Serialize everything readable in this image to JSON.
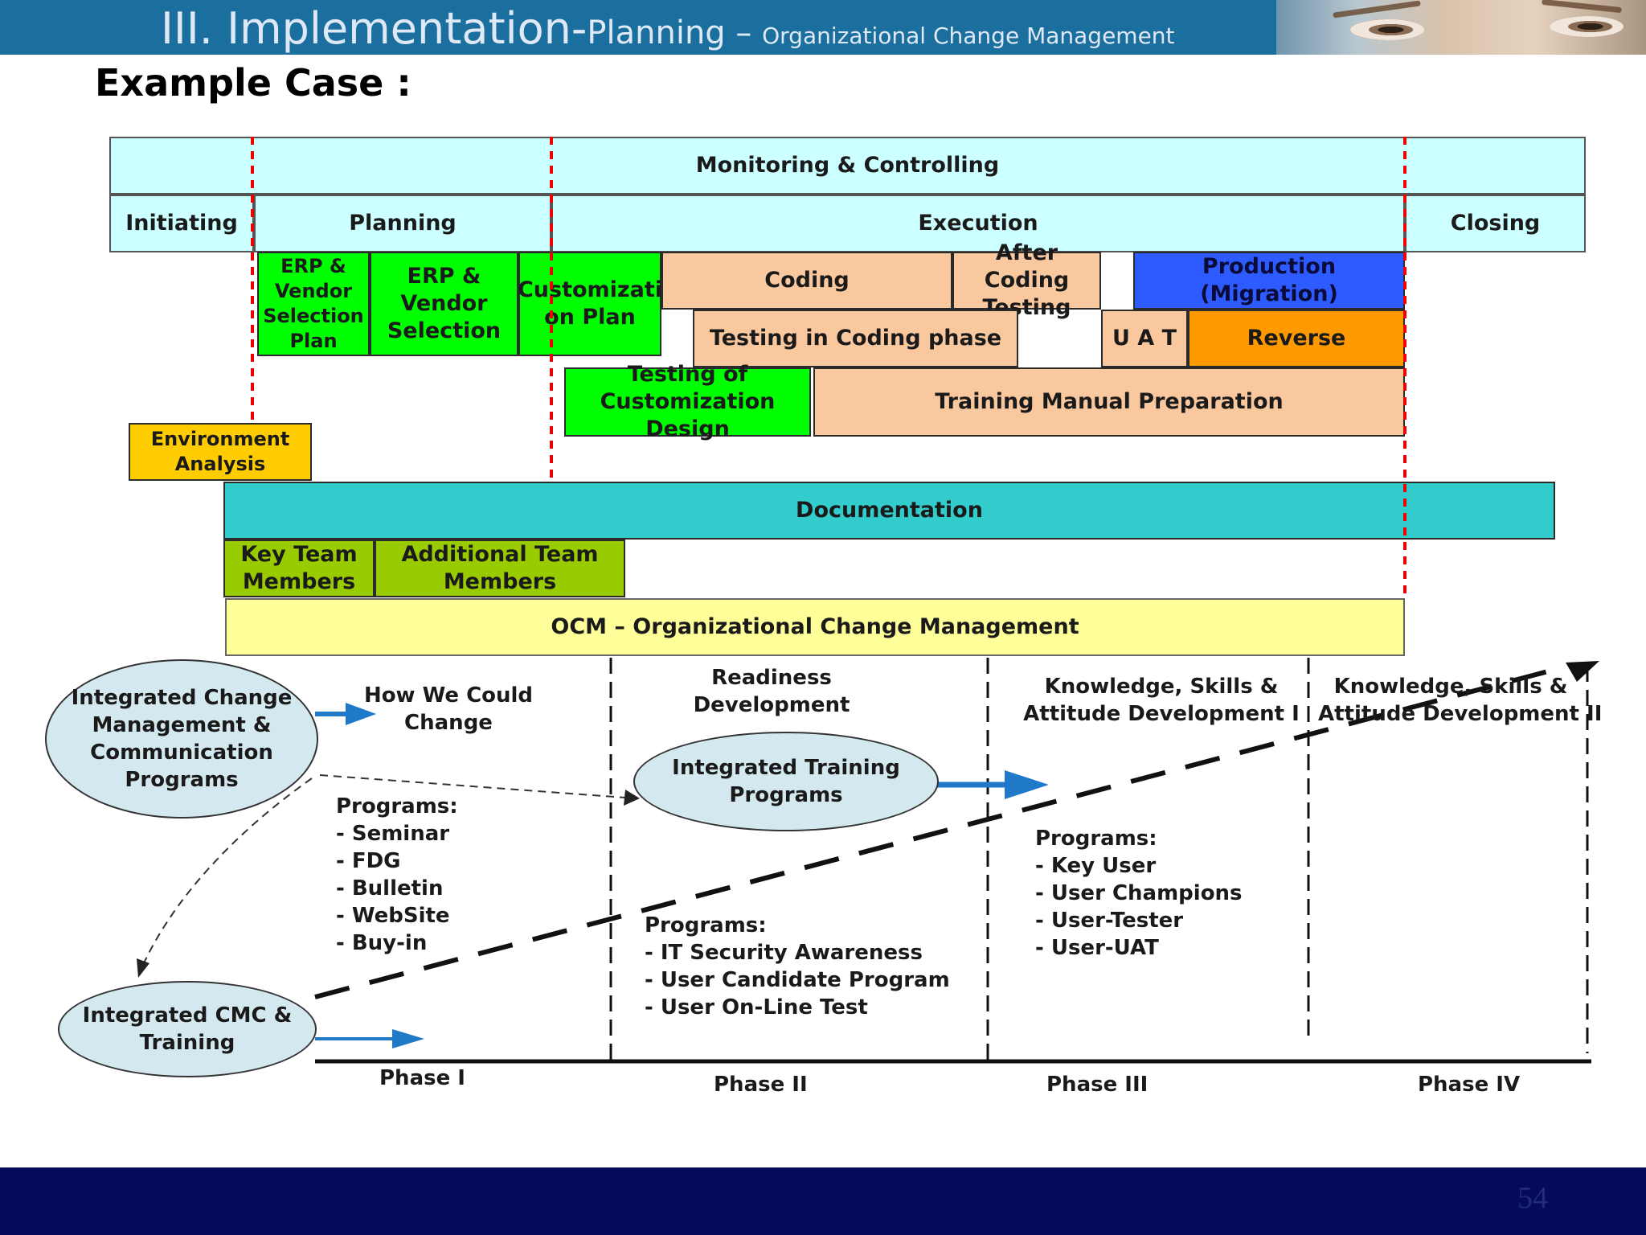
{
  "header": {
    "title_main": "III. Implementation-",
    "title_mid": "Planning – ",
    "title_sub": "Organizational Change Management",
    "photo": "woman-face-photo"
  },
  "subtitle": "Example Case :",
  "page_number": "54",
  "colors": {
    "header": "#1b6f9f",
    "footer": "#050a5a",
    "cyan_light": "#ccffff",
    "green": "#00ff00",
    "peach": "#fac89e",
    "blue": "#2d5bff",
    "orange": "#ff9900",
    "gold": "#ffcc00",
    "teal": "#33cccc",
    "olive_green": "#99cc00",
    "yellow_light": "#ffff99",
    "ellipse": "#d4e9ef",
    "arrow_blue": "#1f78c8",
    "red_dashed": "#ee0000"
  },
  "diagram": {
    "monitoring": "Monitoring & Controlling",
    "phases_top": {
      "initiating": "Initiating",
      "planning": "Planning",
      "execution": "Execution",
      "closing": "Closing"
    },
    "tasks": {
      "erp_vendor_selection_plan": [
        "ERP &",
        "Vendor",
        "Selection",
        "Plan"
      ],
      "erp_vendor_selection": [
        "ERP &",
        "Vendor",
        "Selection"
      ],
      "customization_plan": [
        "Customizati",
        "on Plan"
      ],
      "coding": "Coding",
      "after_coding_testing": [
        "After Coding",
        "Testing"
      ],
      "production_migration": "Production (Migration)",
      "testing_coding_phase": "Testing in Coding phase",
      "uat": "U A T",
      "reverse": "Reverse",
      "testing_customization_design": [
        "Testing of",
        "Customization Design"
      ],
      "training_manual": "Training Manual Preparation",
      "environment_analysis": [
        "Environment",
        "Analysis"
      ],
      "documentation": "Documentation",
      "key_team_members": [
        "Key Team",
        "Members"
      ],
      "additional_team_members": [
        "Additional Team",
        "Members"
      ],
      "ocm": "OCM – Organizational Change Management"
    },
    "lower": {
      "icm_programs": [
        "Integrated Change",
        "Management  &",
        "Communication",
        "Programs"
      ],
      "how_we_could_change": [
        "How We Could",
        "Change"
      ],
      "readiness_development": [
        "Readiness",
        "Development"
      ],
      "ksa_dev_1": [
        "Knowledge, Skills &",
        "Attitude Development I"
      ],
      "ksa_dev_2": [
        "Knowledge, Skills &",
        "Attitude Development II"
      ],
      "integrated_training_programs": [
        "Integrated Training",
        "Programs"
      ],
      "programs_phase1": [
        "Programs:",
        "- Seminar",
        "- FDG",
        "- Bulletin",
        "- WebSite",
        "- Buy-in"
      ],
      "programs_phase2": [
        "Programs:",
        "- IT Security Awareness",
        "- User Candidate Program",
        "- User On-Line Test"
      ],
      "programs_phase3": [
        "Programs:",
        "- Key User",
        "- User Champions",
        "- User-Tester",
        "- User-UAT"
      ],
      "integrated_cmc_training": [
        "Integrated CMC &",
        "Training"
      ],
      "phase_labels": [
        "Phase I",
        "Phase II",
        "Phase III",
        "Phase IV"
      ]
    }
  }
}
